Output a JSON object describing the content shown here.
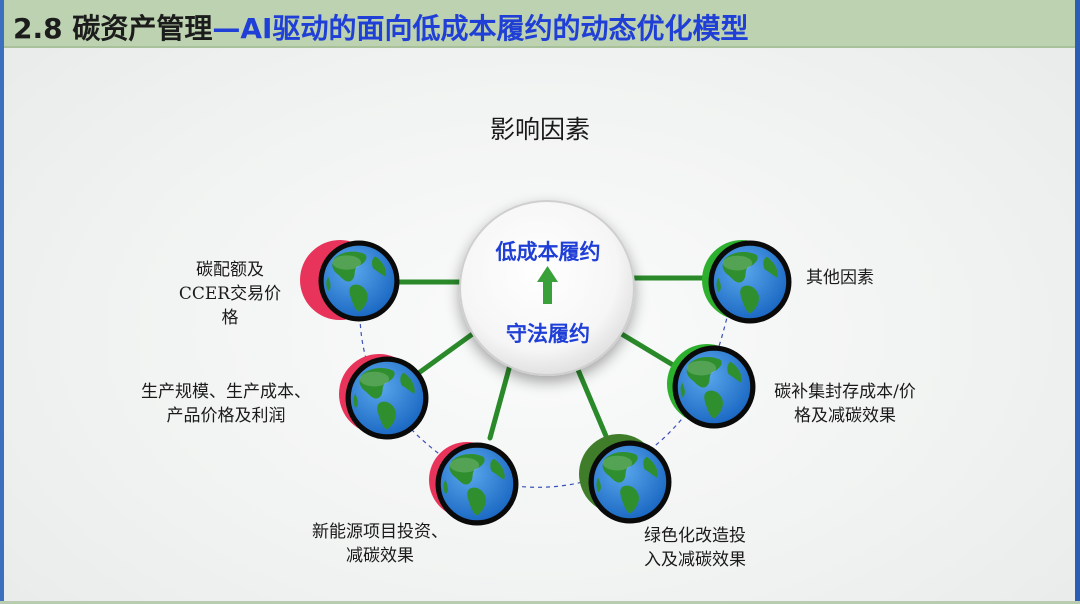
{
  "header": {
    "prefix": "2.8 碳资产管理",
    "highlight": "—AI驱动的面向低成本履约的动态优化模型"
  },
  "subtitle": "影响因素",
  "center": {
    "top_text": "低成本履约",
    "bottom_text": "守法履约"
  },
  "factors": [
    {
      "line1": "碳配额及",
      "line2": "CCER交易价",
      "line3": "格",
      "accent": "#e8335a"
    },
    {
      "line1": "生产规模、生产成本、",
      "line2": "产品价格及利润",
      "accent": "#e8335a"
    },
    {
      "line1": "新能源项目投资、",
      "line2": "减碳效果",
      "accent": "#e8335a"
    },
    {
      "line1": "绿色化改造投",
      "line2": "入及减碳效果",
      "accent": "#3f7d2a"
    },
    {
      "line1": "碳补集封存成本/价",
      "line2": "格及减碳效果",
      "accent": "#2db02d"
    },
    {
      "line1": "其他因素",
      "accent": "#2db02d"
    }
  ],
  "colors": {
    "connector": "#2a8a2a",
    "arrow": "#3aa03a",
    "highlight_text": "#1f3fd6"
  },
  "icons": [
    "globe-icon",
    "arrow-up-icon"
  ]
}
